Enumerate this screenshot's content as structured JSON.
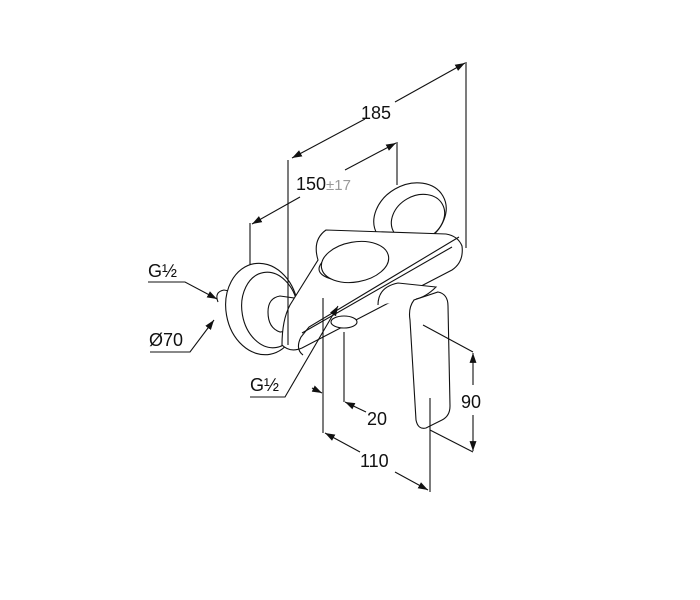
{
  "dimensions": {
    "overall_width": "185",
    "center_distance": "150",
    "center_tolerance": "±17",
    "inlet_thread_left": "G½",
    "rosette_diameter": "Ø70",
    "outlet_thread": "G½",
    "outlet_offset": "20",
    "projection": "110",
    "lever_height": "90"
  },
  "colors": {
    "line": "#111111",
    "tolerance": "#999999"
  }
}
